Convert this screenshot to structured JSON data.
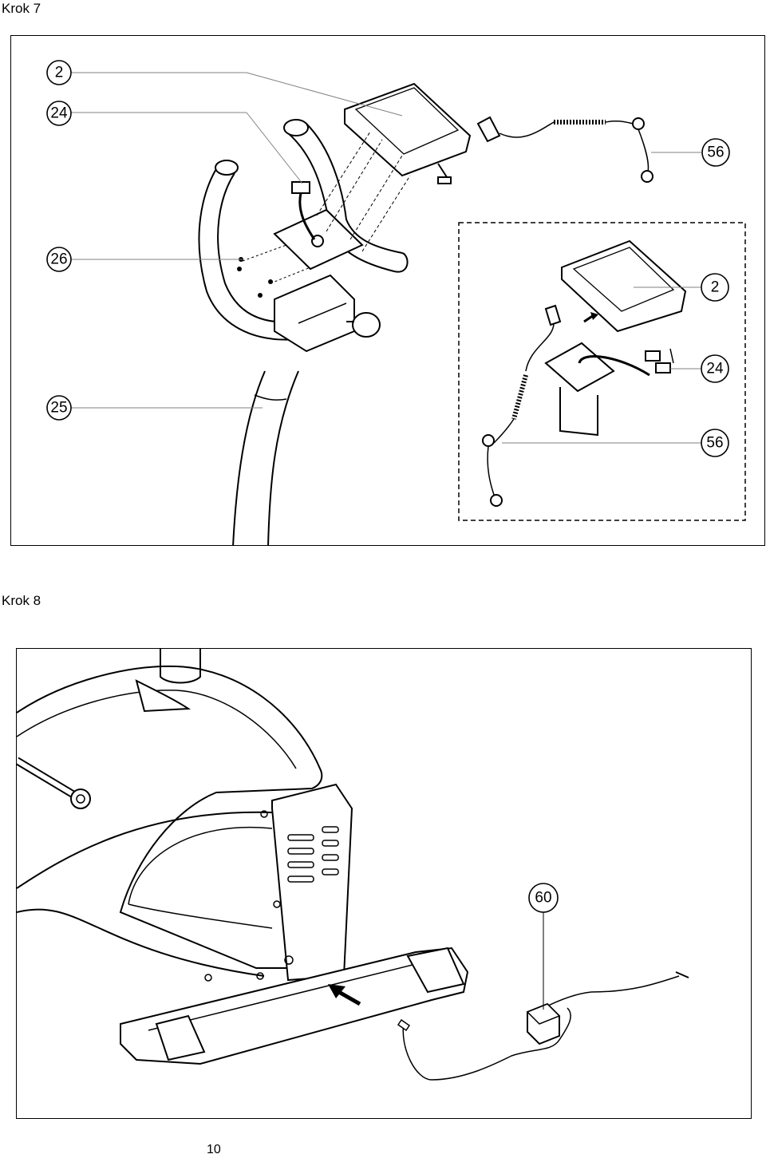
{
  "steps": [
    {
      "title": "Krok 7",
      "callouts": [
        "2",
        "24",
        "26",
        "25",
        "56"
      ],
      "detail_callouts": [
        "2",
        "24",
        "56"
      ]
    },
    {
      "title": "Krok 8",
      "callouts": [
        "60"
      ]
    }
  ],
  "page_number": "10"
}
